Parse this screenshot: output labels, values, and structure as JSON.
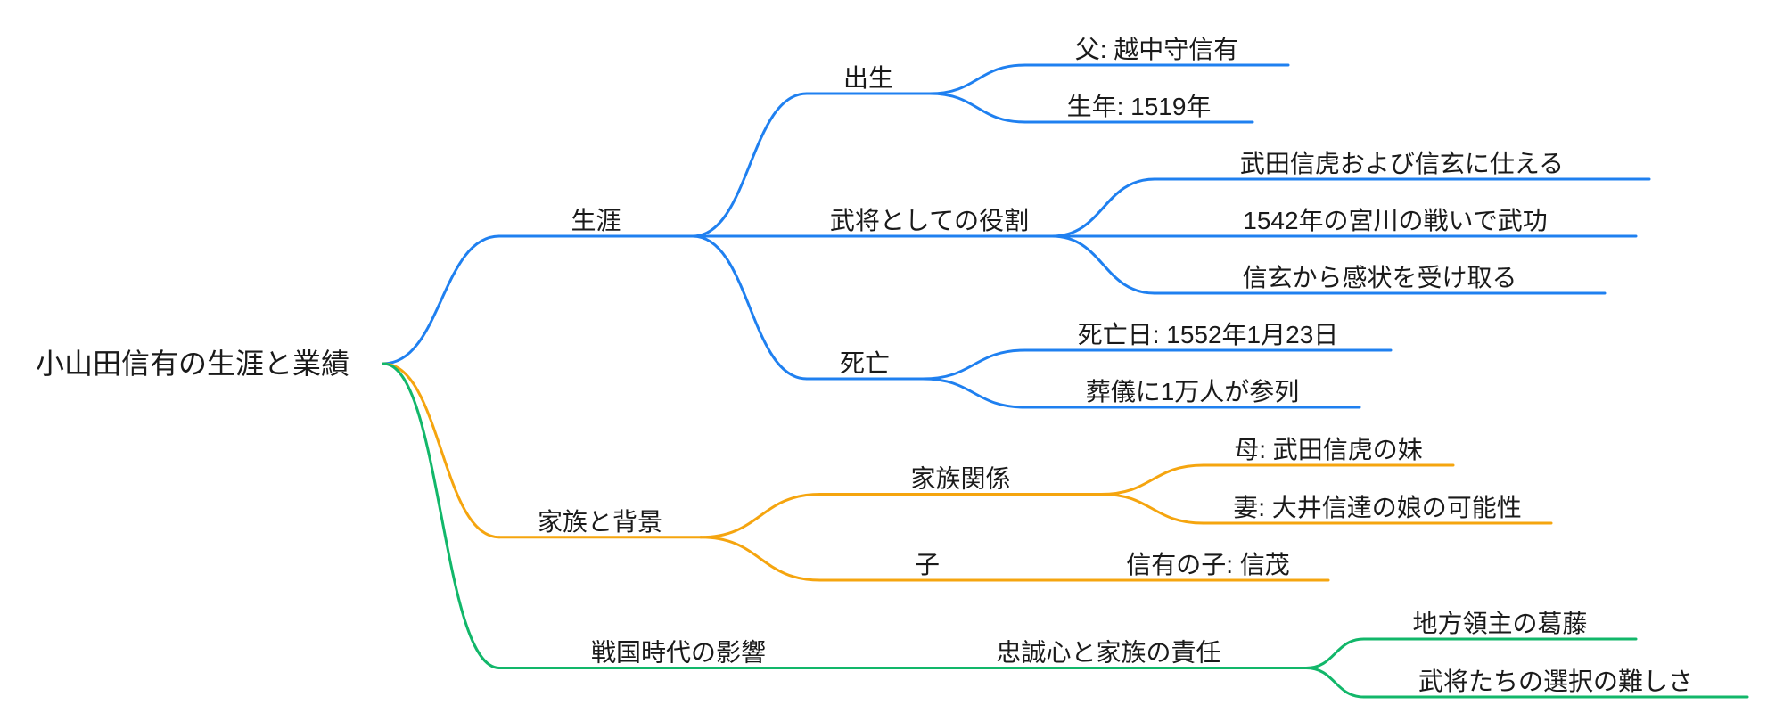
{
  "mindmap": {
    "root": {
      "label": "小山田信有の生涯と業績"
    },
    "colors": {
      "branch_life": "#1f80f0",
      "branch_family": "#f5a50f",
      "branch_era": "#12b76a",
      "text": "#1a1a1a",
      "background": "#ffffff"
    },
    "branches": [
      {
        "label": "生涯",
        "color": "#1f80f0",
        "children": [
          {
            "label": "出生",
            "children": [
              {
                "label": "父: 越中守信有"
              },
              {
                "label": "生年: 1519年"
              }
            ]
          },
          {
            "label": "武将としての役割",
            "children": [
              {
                "label": "武田信虎および信玄に仕える"
              },
              {
                "label": "1542年の宮川の戦いで武功"
              },
              {
                "label": "信玄から感状を受け取る"
              }
            ]
          },
          {
            "label": "死亡",
            "children": [
              {
                "label": "死亡日: 1552年1月23日"
              },
              {
                "label": "葬儀に1万人が参列"
              }
            ]
          }
        ]
      },
      {
        "label": "家族と背景",
        "color": "#f5a50f",
        "children": [
          {
            "label": "家族関係",
            "children": [
              {
                "label": "母: 武田信虎の妹"
              },
              {
                "label": "妻: 大井信達の娘の可能性"
              }
            ]
          },
          {
            "label": "子",
            "children": [
              {
                "label": "信有の子: 信茂"
              }
            ]
          }
        ]
      },
      {
        "label": "戦国時代の影響",
        "color": "#12b76a",
        "children": [
          {
            "label": "忠誠心と家族の責任",
            "children": [
              {
                "label": "地方領主の葛藤"
              },
              {
                "label": "武将たちの選択の難しさ"
              }
            ]
          }
        ]
      }
    ]
  }
}
